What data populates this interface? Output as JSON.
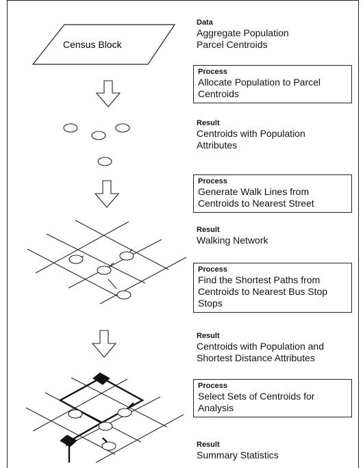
{
  "diagram": {
    "census_block_label": "Census Block",
    "steps": [
      {
        "kind": "Data",
        "text": "Aggregate Population\nParcel Centroids",
        "boxed": false
      },
      {
        "kind": "Process",
        "text": "Allocate Population to Parcel\nCentroids",
        "boxed": true
      },
      {
        "kind": "Result",
        "text": "Centroids with Population\nAttributes",
        "boxed": false
      },
      {
        "kind": "Process",
        "text": "Generate Walk Lines from\nCentroids to Nearest Street",
        "boxed": true
      },
      {
        "kind": "Result",
        "text": "Walking Network",
        "boxed": false
      },
      {
        "kind": "Process",
        "text": "Find the Shortest Paths from\nCentroids to Nearest Bus Stop\nStops",
        "boxed": true
      },
      {
        "kind": "Result",
        "text": "Centroids with Population and\nShortest Distance Attributes",
        "boxed": false
      },
      {
        "kind": "Process",
        "text": "Select Sets of Centroids for\nAnalysis",
        "boxed": true
      },
      {
        "kind": "Result",
        "text": "Summary Statistics",
        "boxed": false
      }
    ]
  }
}
